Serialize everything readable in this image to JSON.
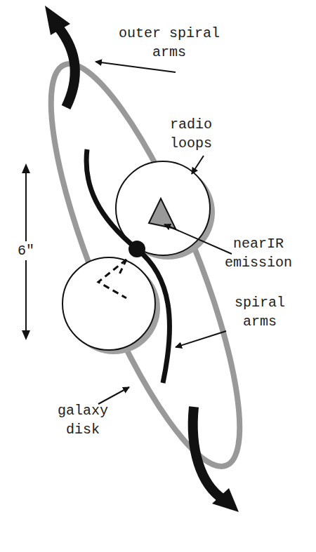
{
  "diagram": {
    "labels": [
      "outer spiral arms",
      "radio loops",
      "nearIR emission",
      "spiral arms",
      "galaxy disk",
      "6\""
    ]
  }
}
